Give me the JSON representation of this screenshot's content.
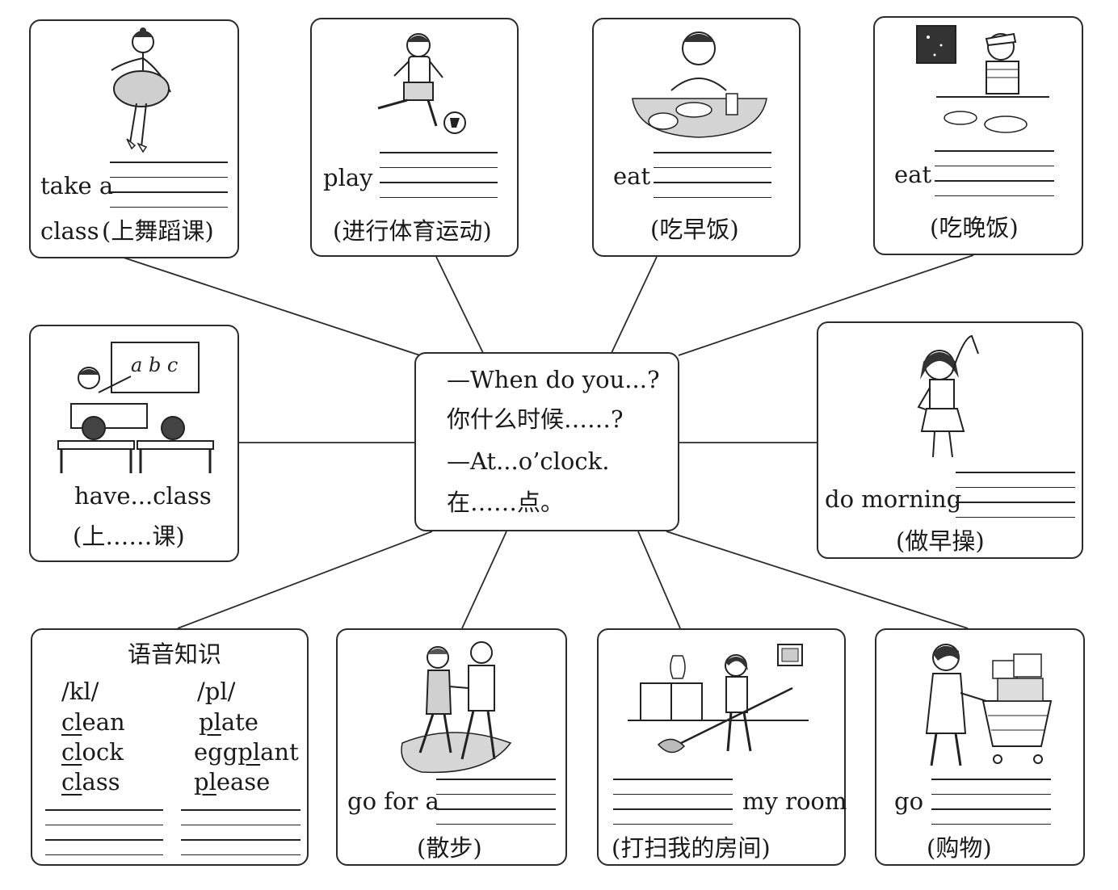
{
  "center": {
    "line1": "—When do you...?",
    "line2": "你什么时候……?",
    "line3": "—At...o’clock.",
    "line4": "在……点。"
  },
  "cards": {
    "dance": {
      "prefix": "take a",
      "suffix": "class",
      "hint": "(上舞蹈课)"
    },
    "sports": {
      "prefix": "play",
      "hint": "(进行体育运动)"
    },
    "breakfast": {
      "prefix": "eat",
      "hint": "(吃早饭)"
    },
    "dinner": {
      "prefix": "eat",
      "hint": "(吃晚饭)"
    },
    "class": {
      "label": "have...class",
      "hint": "(上……课)",
      "board": "a b c"
    },
    "exercise": {
      "prefix": "do morning",
      "hint": "(做早操)"
    },
    "phonics": {
      "title": "语音知识",
      "col1_head": "/kl/",
      "col2_head": "/pl/",
      "col1": [
        {
          "ul": "cl",
          "rest": "ean"
        },
        {
          "ul": "cl",
          "rest": "ock"
        },
        {
          "ul": "cl",
          "rest": "ass"
        }
      ],
      "col2": [
        {
          "pre": "",
          "ul": "pl",
          "rest": "ate"
        },
        {
          "pre": "egg",
          "ul": "pl",
          "rest": "ant"
        },
        {
          "pre": "",
          "ul": "pl",
          "rest": "ease"
        }
      ]
    },
    "walk": {
      "prefix": "go for a",
      "hint": "(散步)"
    },
    "clean": {
      "suffix": "my room",
      "hint": "(打扫我的房间)"
    },
    "shopping": {
      "prefix": "go",
      "hint": "(购物)"
    }
  }
}
